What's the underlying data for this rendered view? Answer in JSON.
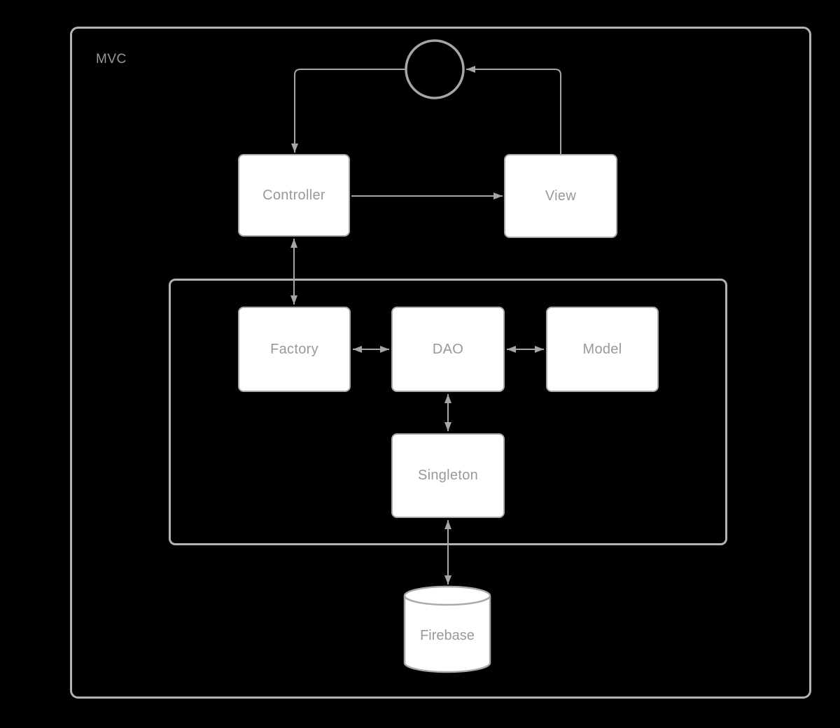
{
  "diagram": {
    "group_label": "MVC",
    "nodes": [
      {
        "id": "actor-circle",
        "label": "",
        "shape": "circle"
      },
      {
        "id": "controller",
        "label": "Controller",
        "shape": "rect"
      },
      {
        "id": "view",
        "label": "View",
        "shape": "rect"
      },
      {
        "id": "factory",
        "label": "Factory",
        "shape": "rect"
      },
      {
        "id": "dao",
        "label": "DAO",
        "shape": "rect"
      },
      {
        "id": "model",
        "label": "Model",
        "shape": "rect"
      },
      {
        "id": "singleton",
        "label": "Singleton",
        "shape": "rect"
      },
      {
        "id": "firebase",
        "label": "Firebase",
        "shape": "cylinder"
      }
    ],
    "edges": [
      {
        "source": "actor-circle",
        "target": "controller",
        "type": "arrow"
      },
      {
        "source": "view",
        "target": "actor-circle",
        "type": "arrow"
      },
      {
        "source": "controller",
        "target": "view",
        "type": "arrow"
      },
      {
        "source": "controller",
        "target": "factory",
        "type": "double-arrow"
      },
      {
        "source": "factory",
        "target": "dao",
        "type": "double-arrow"
      },
      {
        "source": "dao",
        "target": "model",
        "type": "double-arrow"
      },
      {
        "source": "dao",
        "target": "singleton",
        "type": "double-arrow"
      },
      {
        "source": "singleton",
        "target": "firebase",
        "type": "double-arrow"
      }
    ],
    "colors": {
      "background": "#000000",
      "node_fill": "#ffffff",
      "node_stroke": "#a9a9a9",
      "edge_stroke": "#a6a6a6",
      "container_stroke": "#b3b3b3",
      "text": "#999999"
    }
  }
}
